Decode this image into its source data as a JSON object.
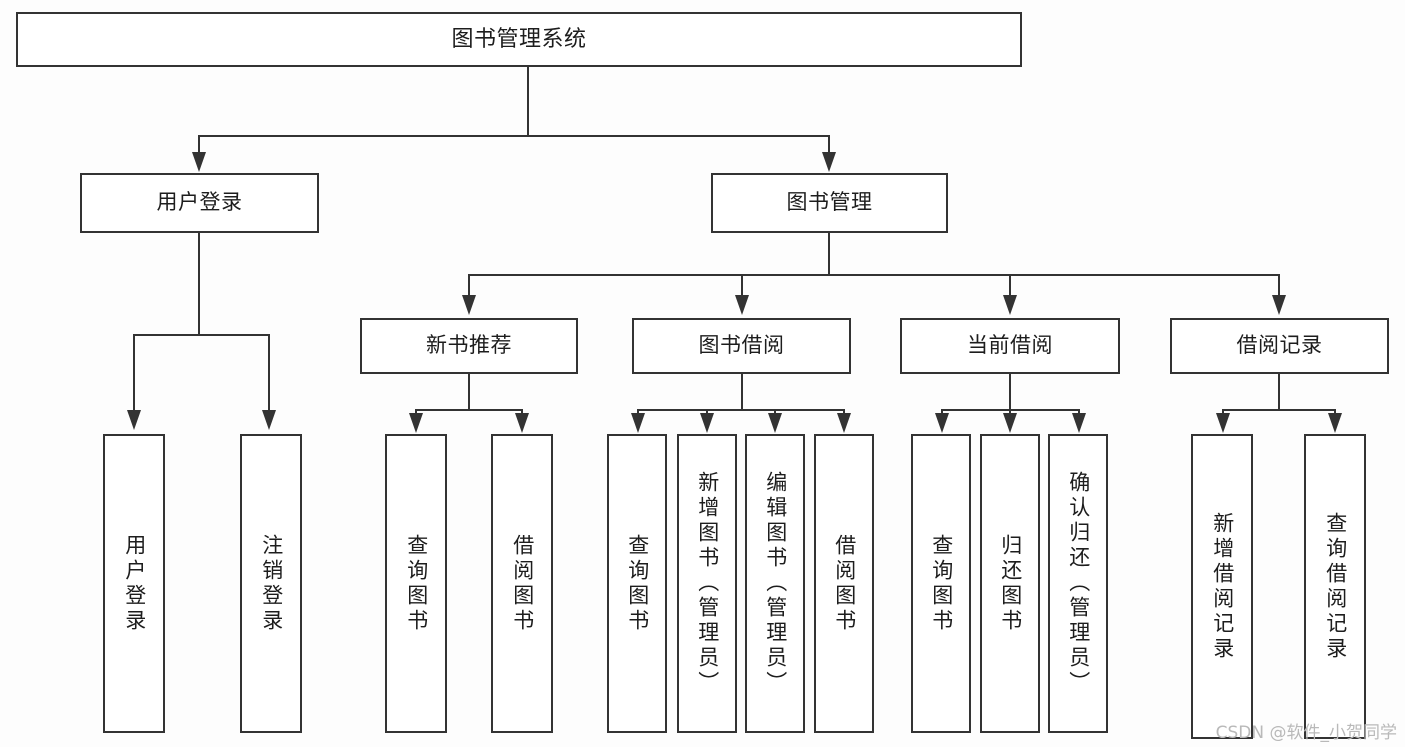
{
  "diagram": {
    "type": "tree",
    "title": "图书管理系统",
    "root": {
      "label": "图书管理系统"
    },
    "level2": [
      {
        "label": "用户登录"
      },
      {
        "label": "图书管理"
      }
    ],
    "level3": [
      {
        "label": "新书推荐"
      },
      {
        "label": "图书借阅"
      },
      {
        "label": "当前借阅"
      },
      {
        "label": "借阅记录"
      }
    ],
    "leaves": {
      "user_login": [
        {
          "label": "用户登录"
        },
        {
          "label": "注销登录"
        }
      ],
      "new_book_recommend": [
        {
          "label": "查询图书"
        },
        {
          "label": "借阅图书"
        }
      ],
      "book_borrow": [
        {
          "label": "查询图书"
        },
        {
          "label": "新增图书（管理员）"
        },
        {
          "label": "编辑图书（管理员）"
        },
        {
          "label": "借阅图书"
        }
      ],
      "current_borrow": [
        {
          "label": "查询图书"
        },
        {
          "label": "归还图书"
        },
        {
          "label": "确认归还（管理员）"
        }
      ],
      "borrow_record": [
        {
          "label": "新增借阅记录"
        },
        {
          "label": "查询借阅记录"
        }
      ]
    }
  },
  "watermark": {
    "text": "CSDN @软件_小贺同学"
  },
  "colors": {
    "line": "#333333",
    "box_border": "#333333",
    "box_fill": "#ffffff",
    "text": "#1d1d1d",
    "background": "#fdfdfd",
    "watermark": "#b9b9b9"
  }
}
